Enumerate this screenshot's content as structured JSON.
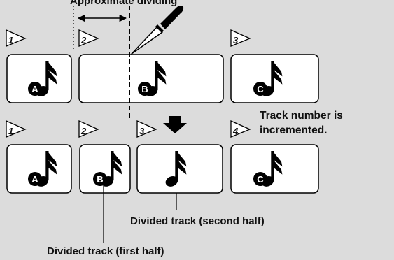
{
  "caption_top": "Approximate dividing",
  "increment_note": {
    "line1": "Track number is",
    "line2": "incremented."
  },
  "before_row": [
    {
      "number": "1",
      "badge": "A"
    },
    {
      "number": "2",
      "badge": "B"
    },
    {
      "number": "3",
      "badge": "C"
    }
  ],
  "after_row": [
    {
      "number": "1",
      "badge": "A"
    },
    {
      "number": "2",
      "badge": "B"
    },
    {
      "number": "3",
      "badge": ""
    },
    {
      "number": "4",
      "badge": "C"
    }
  ],
  "label_second_half": "Divided track (second half)",
  "label_first_half": "Divided track (first half)"
}
